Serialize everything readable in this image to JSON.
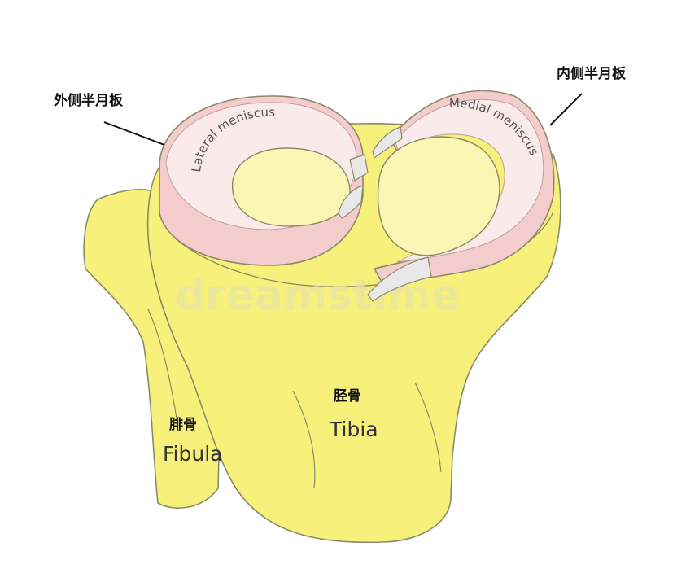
{
  "labels": {
    "lateral_meniscus_cn": "外侧半月板",
    "medial_meniscus_cn": "内侧半月板",
    "tibia_cn": "胫骨",
    "tibia_en": "Tibia",
    "fibula_cn": "腓骨",
    "fibula_en": "Fibula",
    "lateral_meniscus_en": "Lateral meniscus",
    "medial_meniscus_en": "Medial meniscus"
  },
  "watermark": "dreamstime",
  "colors": {
    "bone": "#f7f07a",
    "bone_outline": "#8a8a6a",
    "plateau": "#faf7b4",
    "meniscus": "#f5cccc",
    "meniscus_top": "#fbeaea",
    "ligament": "#e8e8e8",
    "leader_line": "#111111"
  }
}
